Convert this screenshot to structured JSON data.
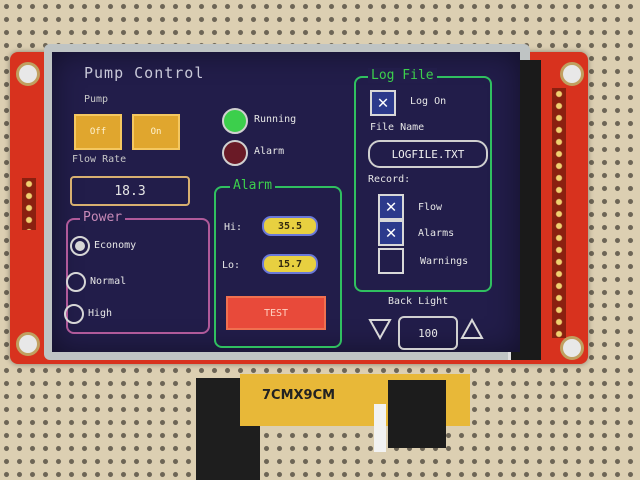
{
  "board": {
    "silkscreen": "7CMX9CM"
  },
  "screen": {
    "title": "Pump Control",
    "pump": {
      "label": "Pump",
      "off_label": "Off",
      "on_label": "On"
    },
    "flow_rate": {
      "label": "Flow Rate",
      "value": "18.3"
    },
    "status": {
      "running_label": "Running",
      "alarm_label": "Alarm"
    },
    "power": {
      "title": "Power",
      "options": [
        "Economy",
        "Normal",
        "High"
      ],
      "selected": "Economy"
    },
    "alarm": {
      "title": "Alarm",
      "hi_label": "Hi:",
      "hi_value": "35.5",
      "lo_label": "Lo:",
      "lo_value": "15.7",
      "test_label": "TEST"
    },
    "log_file": {
      "title": "Log File",
      "log_on_label": "Log On",
      "log_on_checked": true,
      "file_name_label": "File Name",
      "file_name": "LOGFILE.TXT",
      "record_label": "Record:",
      "records": [
        {
          "label": "Flow",
          "checked": true
        },
        {
          "label": "Alarms",
          "checked": true
        },
        {
          "label": "Warnings",
          "checked": false
        }
      ]
    },
    "backlight": {
      "label": "Back Light",
      "value": "100"
    }
  },
  "colors": {
    "screen_bg": "#221d4a",
    "accent_green": "#3ccf4c",
    "alarm_red": "#6a1a26",
    "pump_yellow": "#e0a62e",
    "log_border": "#30c060",
    "power_border": "#b05a9a",
    "value_yellow": "#e8d040"
  }
}
